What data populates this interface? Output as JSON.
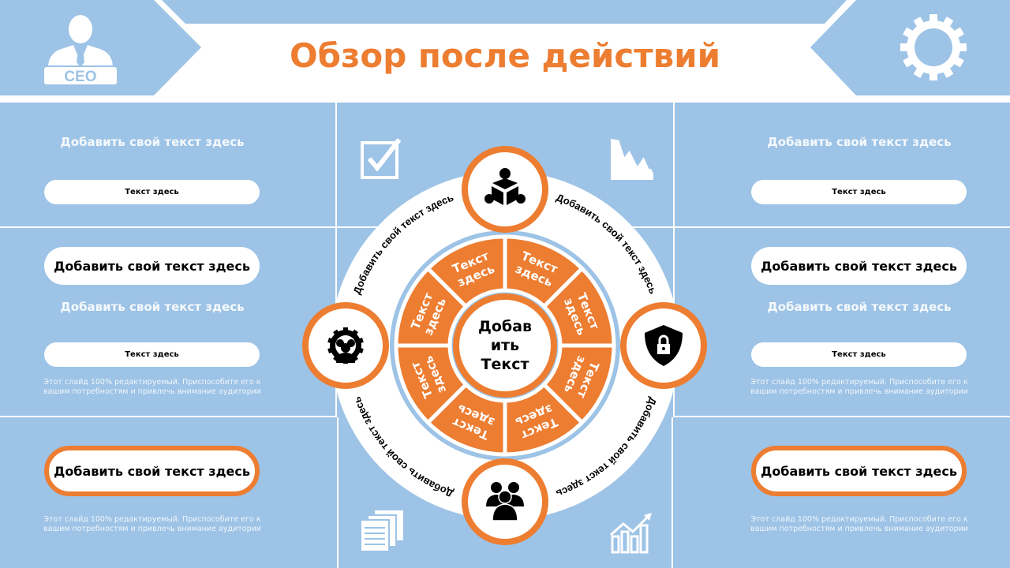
{
  "title": "Обзор после действий",
  "colors": {
    "accent": "#ed7d31",
    "panel": "#9dc3e6",
    "white": "#ffffff"
  },
  "header": {
    "left_badge": "CEO",
    "left_icon": "ceo-person-icon",
    "right_icon": "gear-icon"
  },
  "left": {
    "top": {
      "heading": "Добавить свой текст здесь",
      "pill": "Текст здесь"
    },
    "middle": {
      "pill_big": "Добавить свой текст здесь",
      "heading": "Добавить свой текст здесь",
      "pill": "Текст здесь",
      "note": "Этот слайд 100% редактируемый. Приспособите его к вашим потребностям и привлечь внимание аудитории"
    },
    "bottom": {
      "pill": "Добавить свой текст здесь",
      "note": "Этот слайд 100% редактируемый. Приспособите его к вашим потребностям и привлечь внимание аудитории"
    }
  },
  "right": {
    "top": {
      "heading": "Добавить свой текст здесь",
      "pill": "Текст здесь"
    },
    "middle": {
      "pill_big": "Добавить свой текст здесь",
      "heading": "Добавить свой текст здесь",
      "pill": "Текст здесь",
      "note": "Этот слайд 100% редактируемый. Приспособите его к вашим потребностям и привлечь внимание аудитории"
    },
    "bottom": {
      "pill": "Добавить свой текст здесь",
      "note": "Этот слайд 100% редактируемый. Приспособите его к вашим потребностям и привлечь внимание аудитории"
    }
  },
  "center": {
    "hub": [
      "Добав",
      "ить",
      "Текст"
    ],
    "segments": [
      {
        "line1": "Текст",
        "line2": "здесь"
      },
      {
        "line1": "Текст",
        "line2": "здесь"
      },
      {
        "line1": "Текст",
        "line2": "здесь"
      },
      {
        "line1": "Текст",
        "line2": "здесь"
      },
      {
        "line1": "Текст",
        "line2": "здесь"
      },
      {
        "line1": "Текст",
        "line2": "здесь"
      },
      {
        "line1": "Текст",
        "line2": "здесь"
      },
      {
        "line1": "Текст",
        "line2": "здесь"
      }
    ],
    "arcs": [
      "Добавить свой текст здесь",
      "Добавить свой текст здесь",
      "Добавить свой текст здесь",
      "Добавить свой текст здесь"
    ],
    "node_icons": [
      "team-structure-icon",
      "security-shield-icon",
      "group-people-icon",
      "gear-team-icon"
    ]
  },
  "panel_icons": [
    "checkbox-icon",
    "chart-down-icon",
    "documents-icon",
    "bar-chart-up-icon"
  ]
}
